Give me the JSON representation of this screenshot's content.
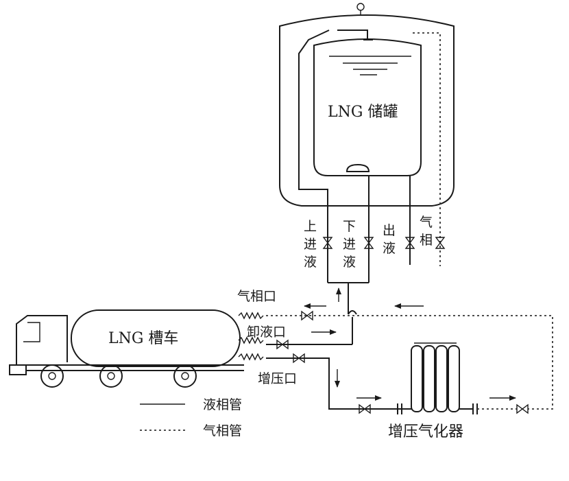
{
  "tank": {
    "label": "LNG 储罐"
  },
  "tank_ports": [
    {
      "chars": [
        "上",
        "进",
        "液"
      ]
    },
    {
      "chars": [
        "下",
        "进",
        "液"
      ]
    },
    {
      "chars": [
        "出",
        "液"
      ]
    },
    {
      "chars": [
        "气",
        "相"
      ]
    }
  ],
  "truck": {
    "label": "LNG 槽车"
  },
  "truck_ports": {
    "gas_port": "气相口",
    "unload_port": "卸液口",
    "pressure_port": "增压口"
  },
  "vaporizer": {
    "label": "增压气化器"
  },
  "legend": [
    {
      "style": "solid",
      "label": "液相管"
    },
    {
      "style": "dashed",
      "label": "气相管"
    }
  ]
}
